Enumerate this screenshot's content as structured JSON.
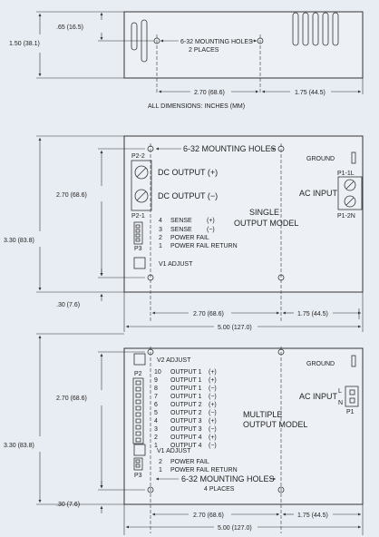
{
  "top_view": {
    "height_dim": "1.50 (38.1)",
    "offset_dim": ".65 (16.5)",
    "holes_label": "6-32 MOUNTING HOLES",
    "holes_count": "2 PLACES",
    "span_dim": "2.70 (68.6)",
    "edge_dim": "1.75 (44.5)",
    "units_note": "ALL DIMENSIONS: INCHES (MM)"
  },
  "single_model": {
    "holes_label": "6-32 MOUNTING HOLES",
    "p2_2": "P2-2",
    "p2_1": "P2-1",
    "dc_pos": "DC OUTPUT (+)",
    "dc_neg": "DC OUTPUT (−)",
    "ground": "GROUND",
    "p1_1l": "P1-1L",
    "ac_input": "AC INPUT",
    "p1_2n": "P1-2N",
    "title_line1": "SINGLE",
    "title_line2": "OUTPUT MODEL",
    "p3": "P3",
    "pins": [
      {
        "num": "4",
        "name": "SENSE",
        "sign": "(+)"
      },
      {
        "num": "3",
        "name": "SENSE",
        "sign": "(−)"
      },
      {
        "num": "2",
        "name": "POWER FAIL",
        "sign": ""
      },
      {
        "num": "1",
        "name": "POWER FAIL RETURN",
        "sign": ""
      }
    ],
    "v1_adjust": "V1 ADJUST",
    "height_dim": "2.70 (68.6)",
    "total_height_dim": "3.30 (83.8)",
    "bottom_dim": ".30 (7.6)",
    "span_dim": "2.70 (68.6)",
    "edge_dim": "1.75 (44.5)",
    "width_dim": "5.00 (127.0)"
  },
  "multiple_model": {
    "v2_adjust": "V2 ADJUST",
    "ground": "GROUND",
    "p2": "P2",
    "outputs": [
      {
        "num": "10",
        "name": "OUTPUT 1",
        "sign": "(+)"
      },
      {
        "num": "9",
        "name": "OUTPUT 1",
        "sign": "(+)"
      },
      {
        "num": "8",
        "name": "OUTPUT 1",
        "sign": "(−)"
      },
      {
        "num": "7",
        "name": "OUTPUT 1",
        "sign": "(−)"
      },
      {
        "num": "6",
        "name": "OUTPUT 2",
        "sign": "(+)"
      },
      {
        "num": "5",
        "name": "OUTPUT 2",
        "sign": "(−)"
      },
      {
        "num": "4",
        "name": "OUTPUT 3",
        "sign": "(+)"
      },
      {
        "num": "3",
        "name": "OUTPUT 3",
        "sign": "(−)"
      },
      {
        "num": "2",
        "name": "OUTPUT 4",
        "sign": "(+)"
      },
      {
        "num": "1",
        "name": "OUTPUT 4",
        "sign": "(−)"
      }
    ],
    "ac_input": "AC INPUT",
    "l": "L",
    "n": "N",
    "p1": "P1",
    "title_line1": "MULTIPLE",
    "title_line2": "OUTPUT MODEL",
    "v1_adjust": "V1 ADJUST",
    "pf_pins": [
      {
        "num": "2",
        "name": "POWER FAIL"
      },
      {
        "num": "1",
        "name": "POWER FAIL RETURN"
      }
    ],
    "p3": "P3",
    "holes_label": "6-32 MOUNTING HOLES",
    "holes_count": "4 PLACES",
    "height_dim": "2.70 (68.6)",
    "total_height_dim": "3.30 (83.8)",
    "bottom_dim": ".30 (7.6)",
    "span_dim": "2.70 (68.6)",
    "edge_dim": "1.75 (44.5)",
    "width_dim": "5.00 (127.0)"
  }
}
